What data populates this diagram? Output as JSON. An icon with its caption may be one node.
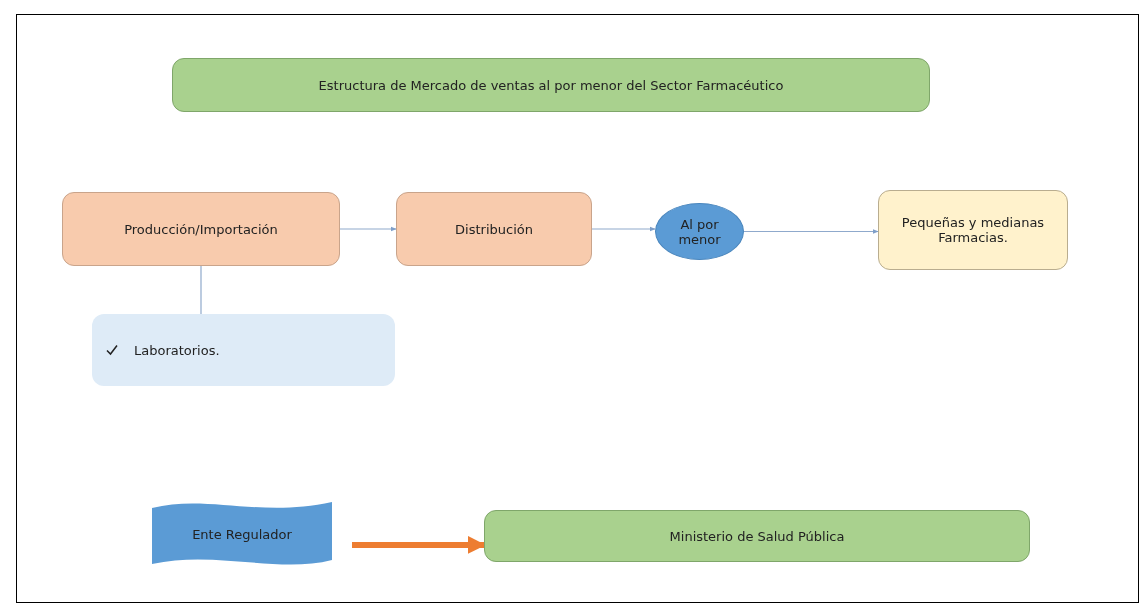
{
  "diagram": {
    "nodes": [
      {
        "text": [
          "Estructura de Mercado de ventas al por menor del Sector Farmacéutico"
        ]
      },
      {
        "text": [
          "Producción/Importación"
        ]
      },
      {
        "text": [
          "Distribución"
        ]
      },
      {
        "text": [
          "Al por menor"
        ]
      },
      {
        "text": [
          "Pequeñas y medianas Farmacias."
        ]
      },
      {
        "text": [
          "Laboratorios."
        ]
      },
      {
        "text": [
          "Ente Regulador"
        ]
      },
      {
        "text": [
          "Ministerio de Salud Pública"
        ]
      }
    ],
    "edges": [
      {
        "from": 1,
        "to": 2,
        "arrow": "to"
      },
      {
        "from": 2,
        "to": 3,
        "arrow": "to"
      },
      {
        "from": 3,
        "to": 4,
        "arrow": "to"
      },
      {
        "from": 1,
        "to": 5,
        "arrow": "none"
      },
      {
        "from": 6,
        "to": 7,
        "arrow": "to",
        "style": "thick",
        "color": "#ed7d31"
      }
    ]
  }
}
